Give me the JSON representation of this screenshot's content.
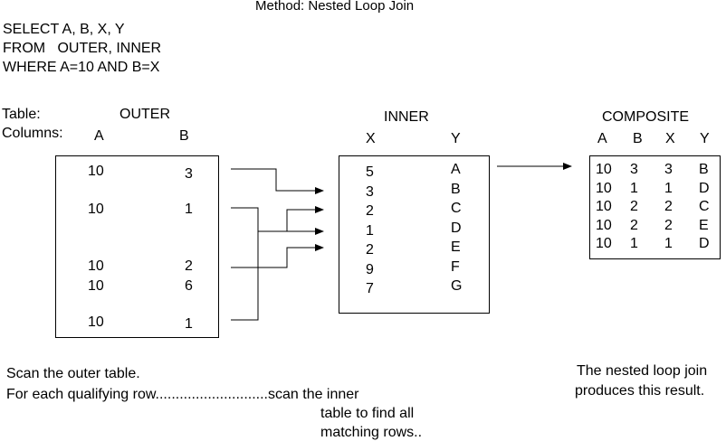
{
  "method_title": "Method: Nested Loop Join",
  "sql": {
    "line1": "SELECT A, B, X, Y",
    "line2": "FROM   OUTER, INNER",
    "line3": "WHERE A=10 AND B=X"
  },
  "labels": {
    "table": "Table:",
    "columns": "Columns:",
    "outer_name": "OUTER",
    "inner_name": "INNER",
    "composite_name": "COMPOSITE"
  },
  "outer": {
    "col_a": "A",
    "col_b": "B",
    "rows": [
      {
        "a": "10",
        "b": "3"
      },
      {
        "a": "10",
        "b": "1"
      },
      {
        "a": "10",
        "b": "2"
      },
      {
        "a": "10",
        "b": "6"
      },
      {
        "a": "10",
        "b": "1"
      }
    ]
  },
  "inner": {
    "col_x": "X",
    "col_y": "Y",
    "x_values": [
      "5",
      "3",
      "2",
      "1",
      "2",
      "9",
      "7"
    ],
    "y_values": [
      "A",
      "B",
      "C",
      "D",
      "E",
      "F",
      "G"
    ]
  },
  "composite": {
    "cols": [
      "A",
      "B",
      "X",
      "Y"
    ],
    "rows": [
      [
        "10",
        "3",
        "3",
        "B"
      ],
      [
        "10",
        "1",
        "1",
        "D"
      ],
      [
        "10",
        "2",
        "2",
        "C"
      ],
      [
        "10",
        "2",
        "2",
        "E"
      ],
      [
        "10",
        "1",
        "1",
        "D"
      ]
    ]
  },
  "captions": {
    "scan_outer": "Scan the outer table.",
    "for_each": "For each qualifying row............................scan the inner",
    "inner_line2": "table to find all",
    "inner_line3": "matching rows..",
    "result_line1": "The nested loop join",
    "result_line2": "produces this result."
  }
}
